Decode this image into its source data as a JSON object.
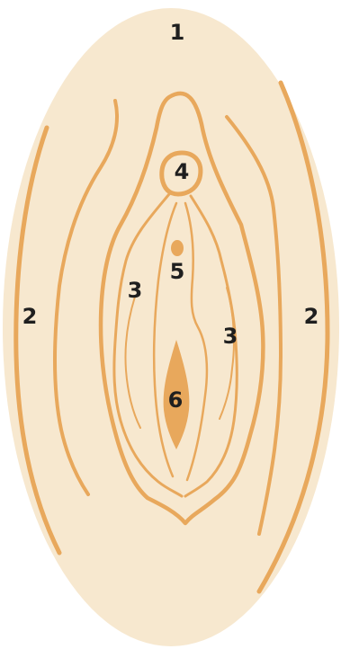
{
  "colors": {
    "background": "#ffffff",
    "skin_fill": "#f7e8cf",
    "outline": "#e8a85c",
    "label_text": "#1f1f1f"
  },
  "labels": {
    "label_1": "1",
    "label_2_left": "2",
    "label_2_right": "2",
    "label_3_left": "3",
    "label_3_right": "3",
    "label_4": "4",
    "label_5": "5",
    "label_6": "6"
  }
}
